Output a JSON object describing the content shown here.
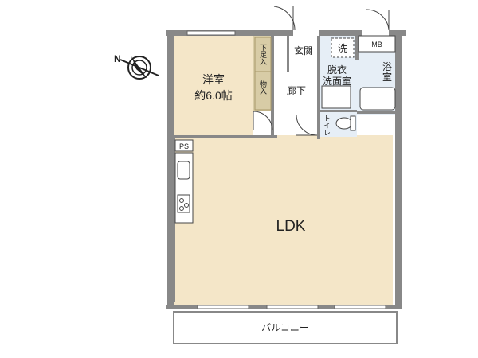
{
  "rooms": {
    "western_room_name": "洋室",
    "western_room_size": "約6.0帖",
    "ldk": "LDK",
    "hallway": "廊下",
    "entrance": "玄関",
    "storage": "物入",
    "shoe_closet": "下足入",
    "washing_machine": "洗",
    "dressing_room_line1": "脱衣",
    "dressing_room_line2": "洗面室",
    "bathroom_line1": "浴",
    "bathroom_line2": "室",
    "toilet": "トイレ",
    "meter_box": "MB",
    "pipe_space": "PS",
    "balcony": "バルコニー"
  },
  "compass": {
    "north_label": "N"
  },
  "colors": {
    "floor": "#f4e6c8",
    "wet_area": "#e6eef6",
    "wall": "#888888",
    "storage_fill": "#d8cca6",
    "balcony": "#ffffff"
  }
}
